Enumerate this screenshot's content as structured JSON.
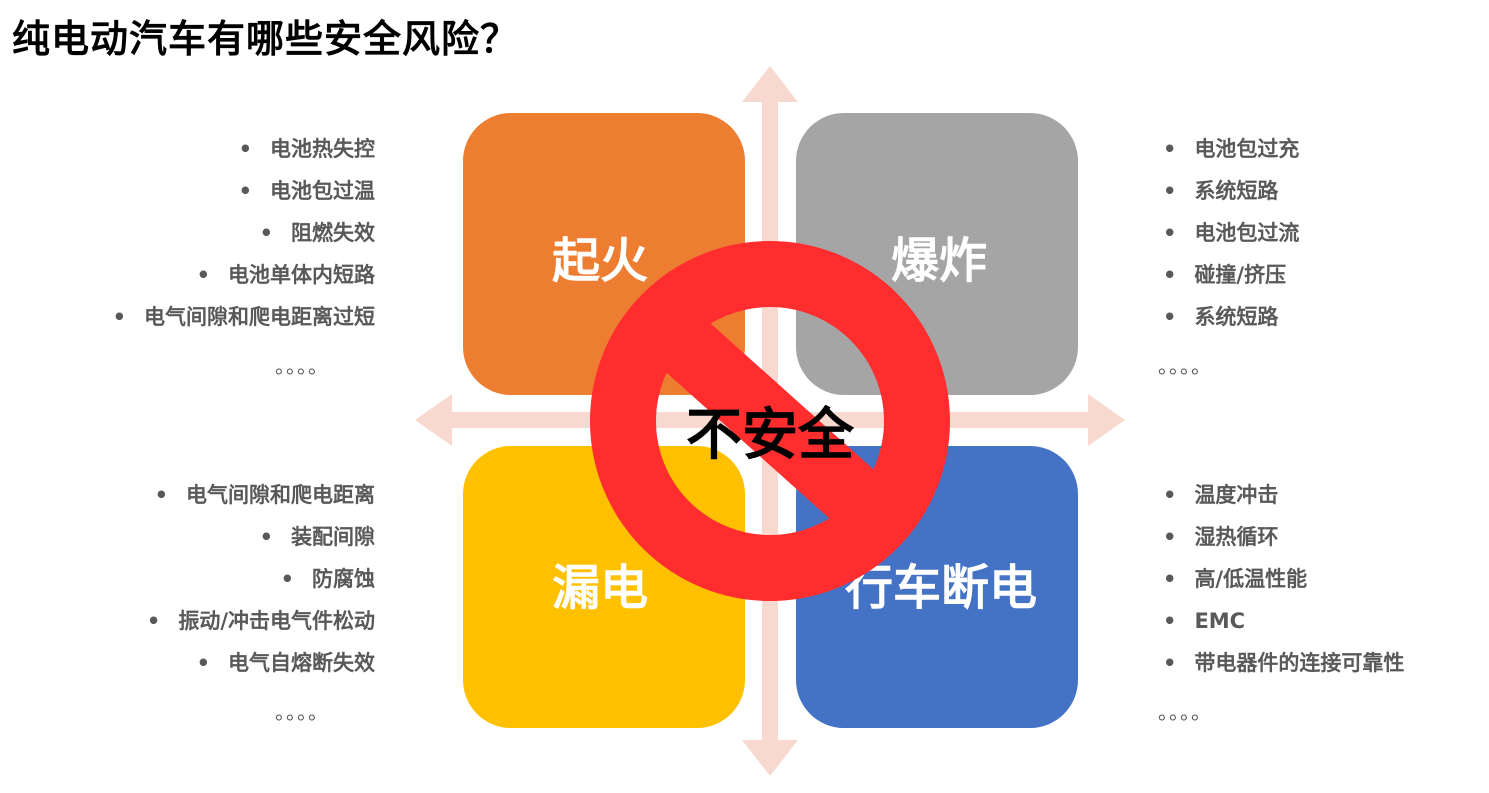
{
  "title": "纯电动汽车有哪些安全风险？",
  "center_label": "不安全",
  "colors": {
    "arrow": "#f8d9cf",
    "fire": "#ed7d31",
    "explosion": "#a5a5a5",
    "leakage": "#ffc000",
    "power_loss": "#4472c4",
    "prohibition": "#ff2d2d"
  },
  "quadrants": {
    "top_left": {
      "label": "起火",
      "items": [
        "电池热失控",
        "电池包过温",
        "阻燃失效",
        "电池单体内短路",
        "电气间隙和爬电距离过短"
      ],
      "ellipsis": "。。。。"
    },
    "top_right": {
      "label": "爆炸",
      "items": [
        "电池包过充",
        "系统短路",
        "电池包过流",
        "碰撞/挤压",
        "系统短路"
      ],
      "ellipsis": "。。。。"
    },
    "bottom_left": {
      "label": "漏电",
      "items": [
        "电气间隙和爬电距离",
        "装配间隙",
        "防腐蚀",
        "振动/冲击电气件松动",
        "电气自熔断失效"
      ],
      "ellipsis": "。。。。"
    },
    "bottom_right": {
      "label": "行车断电",
      "items": [
        "温度冲击",
        "湿热循环",
        "高/低温性能",
        "EMC",
        "带电器件的连接可靠性"
      ],
      "ellipsis": "。。。。"
    }
  }
}
